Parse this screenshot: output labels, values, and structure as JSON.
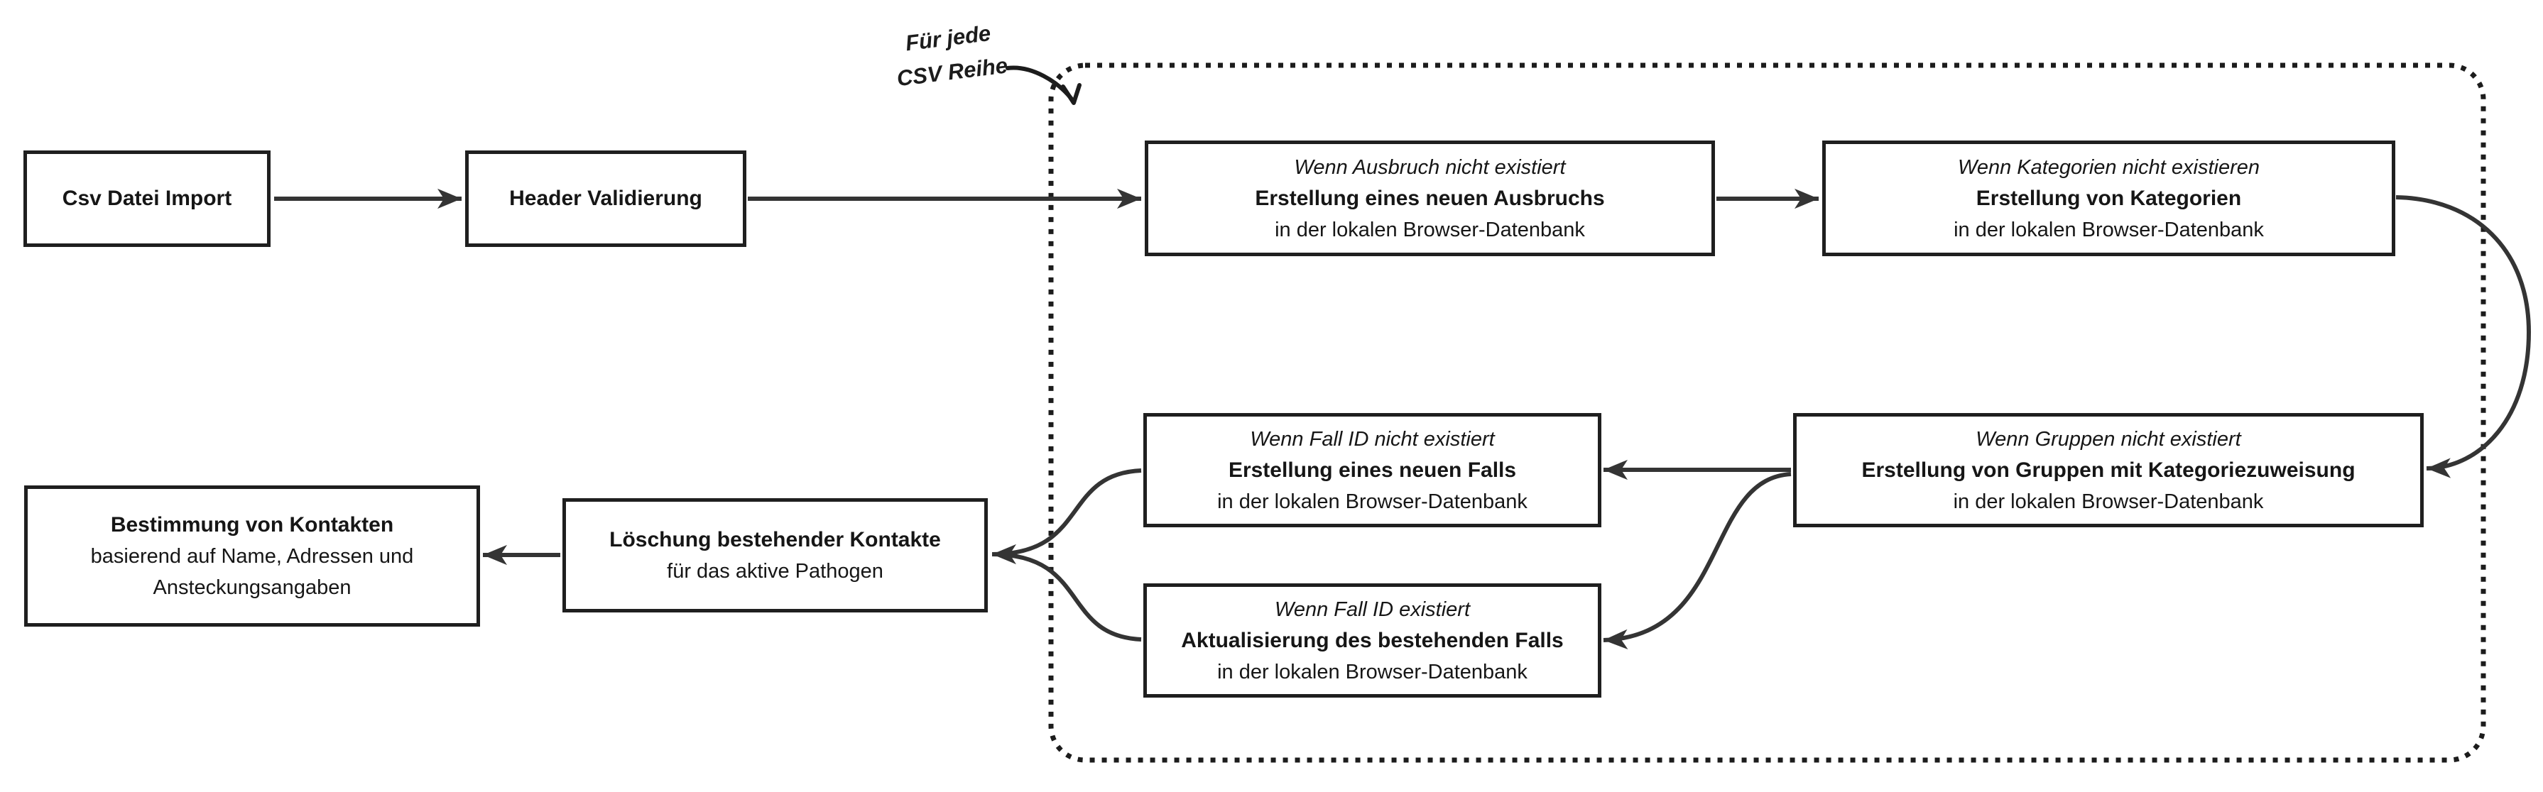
{
  "diagram_title": "CSV Import Flow (German flowchart)",
  "colors": {
    "ink": "#1f1f1f",
    "arrow": "#343434",
    "background": "#ffffff"
  },
  "annotation": {
    "line1": "Für jede",
    "line2": "CSV Reihe"
  },
  "nodes": {
    "csv_import": {
      "title": "Csv Datei Import"
    },
    "header_validation": {
      "title": "Header Validierung"
    },
    "create_outbreak": {
      "condition": "Wenn Ausbruch nicht existiert",
      "action": "Erstellung eines neuen Ausbruchs",
      "detail": "in der lokalen Browser-Datenbank"
    },
    "create_categories": {
      "condition": "Wenn Kategorien nicht existieren",
      "action": "Erstellung von Kategorien",
      "detail": "in der lokalen Browser-Datenbank"
    },
    "create_groups": {
      "condition": "Wenn Gruppen nicht existiert",
      "action": "Erstellung von Gruppen mit Kategoriezuweisung",
      "detail": "in der lokalen Browser-Datenbank"
    },
    "create_case": {
      "condition": "Wenn Fall ID nicht existiert",
      "action": "Erstellung eines neuen Falls",
      "detail": "in der lokalen Browser-Datenbank"
    },
    "update_case": {
      "condition": "Wenn Fall ID existiert",
      "action": "Aktualisierung des bestehenden Falls",
      "detail": "in der lokalen Browser-Datenbank"
    },
    "delete_contacts": {
      "action": "Löschung bestehender Kontakte",
      "detail": "für das aktive Pathogen"
    },
    "determine_contacts": {
      "action": "Bestimmung von Kontakten",
      "detail": "basierend auf Name, Adressen und",
      "detail2": "Ansteckungsangaben"
    }
  }
}
